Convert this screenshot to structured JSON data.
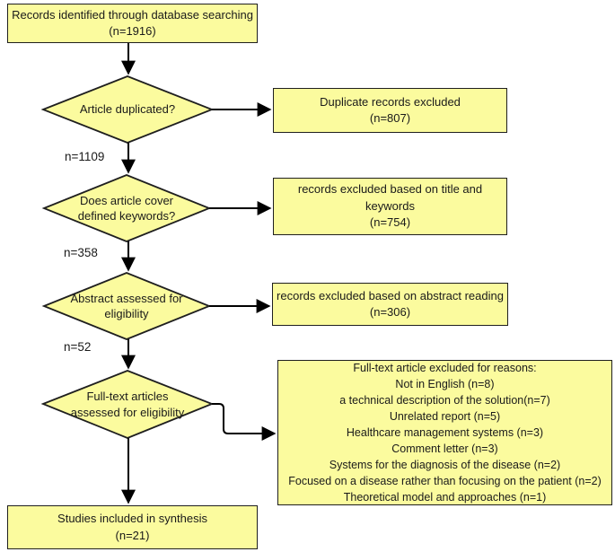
{
  "colors": {
    "node_fill": "#fbfb9e",
    "node_border": "#1f1f1f",
    "arrow": "#000000",
    "background": "#ffffff"
  },
  "flowchart": {
    "start_box": {
      "lines": [
        "Records identified through database searching",
        "(n=1916)"
      ]
    },
    "decisions": [
      {
        "lines": [
          "Article duplicated?"
        ]
      },
      {
        "lines": [
          "Does article cover",
          "defined keywords?"
        ]
      },
      {
        "lines": [
          "Abstract assessed for",
          "eligibility"
        ]
      },
      {
        "lines": [
          "Full-text articles",
          "assessed for eligibility"
        ]
      }
    ],
    "branch_labels": [
      "n=1109",
      "n=358",
      "n=52"
    ],
    "excluded_boxes": [
      {
        "lines": [
          "Duplicate records excluded",
          "(n=807)"
        ]
      },
      {
        "lines": [
          "records excluded based on title and",
          "keywords",
          "(n=754)"
        ]
      },
      {
        "lines": [
          "records excluded based on abstract reading",
          "(n=306)"
        ]
      },
      {
        "lines": [
          "Full-text article excluded for reasons:",
          "Not in English (n=8)",
          "a technical description of the solution(n=7)",
          "Unrelated report (n=5)",
          "Healthcare management systems (n=3)",
          "Comment letter (n=3)",
          "Systems for the diagnosis of the disease (n=2)",
          "Focused on a disease rather than focusing on the patient (n=2)",
          "Theoretical model and approaches (n=1)"
        ]
      }
    ],
    "end_box": {
      "lines": [
        "Studies included in synthesis",
        "(n=21)"
      ]
    }
  }
}
